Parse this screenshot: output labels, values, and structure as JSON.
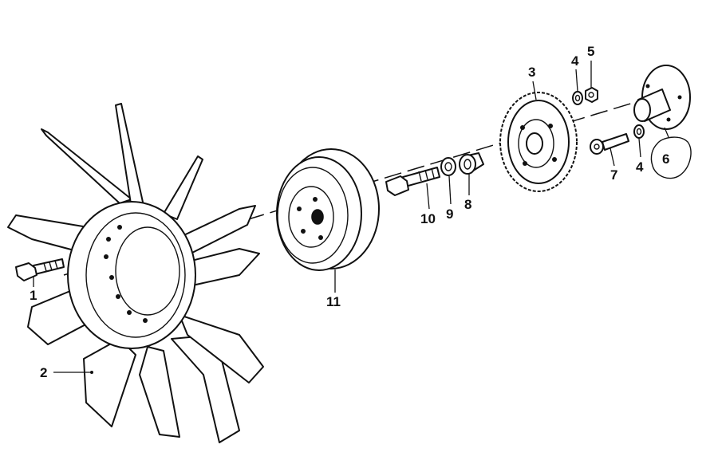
{
  "diagram": {
    "labels": {
      "p1": "1",
      "p2": "2",
      "p3": "3",
      "p4a": "4",
      "p5": "5",
      "p6": "6",
      "p7": "7",
      "p4b": "4",
      "p8": "8",
      "p9": "9",
      "p10": "10",
      "p11": "11"
    }
  }
}
